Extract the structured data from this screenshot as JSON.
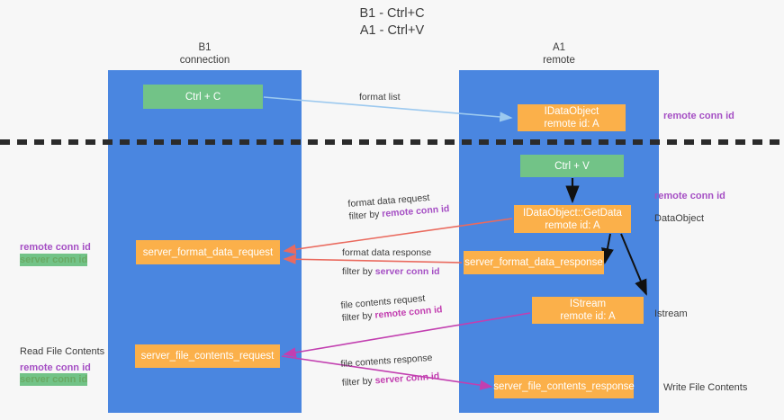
{
  "title": {
    "line1": "B1 - Ctrl+C",
    "line2": "A1 - Ctrl+V"
  },
  "columns": [
    {
      "id": "b1",
      "name": "B1",
      "subtitle": "connection"
    },
    {
      "id": "a1",
      "name": "A1",
      "subtitle": "remote"
    }
  ],
  "boxes": {
    "ctrl_c": {
      "label": "Ctrl + C",
      "color": "#72c387"
    },
    "ctrl_v": {
      "label": "Ctrl + V",
      "color": "#72c387"
    },
    "idataobject": {
      "label": "IDataObject",
      "sublabel": "remote id: A",
      "color": "#fbb04a"
    },
    "idataobject_getdata": {
      "label": "IDataObject::GetData",
      "sublabel": "remote id: A",
      "color": "#fbb04a"
    },
    "server_format_data_request": {
      "label": "server_format_data_request",
      "color": "#fbb04a"
    },
    "server_format_data_response": {
      "label": "server_format_data_response",
      "color": "#fbb04a"
    },
    "istream": {
      "label": "IStream",
      "sublabel": "remote id: A",
      "color": "#fbb04a"
    },
    "server_file_contents_request": {
      "label": "server_file_contents_request",
      "color": "#fbb04a"
    },
    "server_file_contents_response": {
      "label": "server_file_contents_response",
      "color": "#fbb04a"
    }
  },
  "flows": {
    "format_list": {
      "label": "format list"
    },
    "format_data_request": {
      "line1": "format data request",
      "prefix": "filter by ",
      "key": "remote conn id"
    },
    "format_data_response": {
      "line1": "format data response",
      "prefix": "filter by ",
      "key": "server conn id"
    },
    "file_contents_request": {
      "line1": "file contents request",
      "prefix": "filter by ",
      "key": "remote conn id"
    },
    "file_contents_response": {
      "line1": "file contents response",
      "prefix": "filter by ",
      "key": "server conn id"
    }
  },
  "annotations": {
    "right_remote_conn_id_top": "remote conn id",
    "right_remote_conn_id_mid": "remote conn id",
    "right_dataobject": "DataObject",
    "right_istream": "Istream",
    "right_write_file_contents": "Write File Contents",
    "left_remote_conn_id_mid": "remote conn id",
    "left_server_conn_id_mid": "server conn id",
    "left_read_file_contents": "Read File Contents",
    "left_remote_conn_id_bottom": "remote conn id",
    "left_server_conn_id_bottom": "server conn id"
  },
  "colors": {
    "column_band": "#4a86e0",
    "box_orange": "#fbb04a",
    "box_green": "#72c387",
    "purple": "#a54fc4",
    "green_text": "#6aaa64",
    "red_arrow": "#ea6a5e",
    "magenta_arrow": "#c23fb0",
    "blue_arrow": "#9cc9ef",
    "divider": "#2b2b2b",
    "background": "#f7f7f7"
  }
}
